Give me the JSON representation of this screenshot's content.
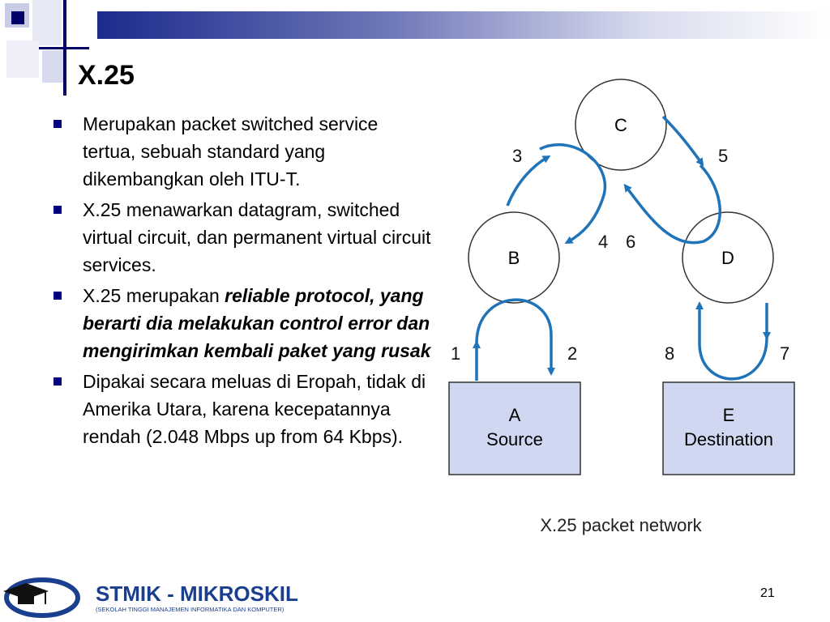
{
  "slide": {
    "title": "X.25",
    "page_number": "21"
  },
  "bullets": [
    {
      "text": "Merupakan packet switched service tertua, sebuah standard yang dikembangkan oleh ITU-T."
    },
    {
      "text": "X.25 menawarkan datagram, switched virtual circuit, dan permanent virtual circuit services."
    },
    {
      "prefix": "X.25 merupakan ",
      "emphasis": "reliable protocol, yang berarti dia melakukan control error dan mengirimkan kembali paket yang rusak"
    },
    {
      "text": "Dipakai secara meluas di Eropah, tidak di Amerika Utara, karena kecepatannya rendah (2.048 Mbps up from 64 Kbps)."
    }
  ],
  "diagram": {
    "caption": "X.25 packet network",
    "nodes": {
      "c": "C",
      "b": "B",
      "d": "D",
      "a_letter": "A",
      "a_label": "Source",
      "e_letter": "E",
      "e_label": "Destination"
    },
    "arrow_labels": [
      "1",
      "2",
      "3",
      "4",
      "5",
      "6",
      "7",
      "8"
    ]
  },
  "logo": {
    "name": "STMIK - MIKROSKIL",
    "subtitle": "(SEKOLAH TINGGI MANAJEMEN INFORMATIKA DAN KOMPUTER)"
  },
  "colors": {
    "accent_blue": "#000080",
    "arrow_blue": "#1f73b8",
    "box_fill": "#cfd8f0"
  }
}
